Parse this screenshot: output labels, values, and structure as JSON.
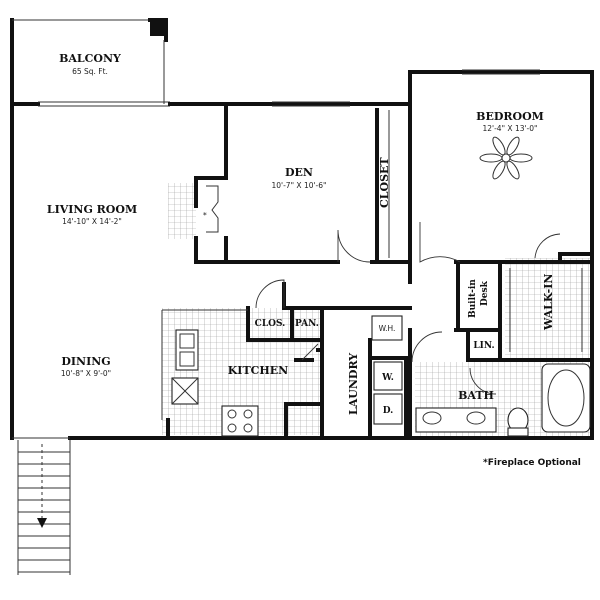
{
  "rooms": {
    "balcony": {
      "name": "BALCONY",
      "size": "65 Sq. Ft."
    },
    "living_room": {
      "name": "LIVING ROOM",
      "size": "14'-10\" X 14'-2\""
    },
    "den": {
      "name": "DEN",
      "size": "10'-7\" X 10'-6\""
    },
    "closet": {
      "name": "CLOSET"
    },
    "bedroom": {
      "name": "BEDROOM",
      "size": "12'-4\" X 13'-0\""
    },
    "dining": {
      "name": "DINING",
      "size": "10'-8\" X 9'-0\""
    },
    "kitchen": {
      "name": "KITCHEN"
    },
    "clos": {
      "name": "CLOS."
    },
    "pan": {
      "name": "PAN."
    },
    "laundry": {
      "name": "LAUNDRY"
    },
    "wh": {
      "name": "W.H."
    },
    "washer": {
      "name": "W."
    },
    "dryer": {
      "name": "D."
    },
    "built_in_desk": {
      "name_line1": "Built-in",
      "name_line2": "Desk"
    },
    "walk_in": {
      "name": "WALK-IN"
    },
    "lin": {
      "name": "LIN."
    },
    "bath": {
      "name": "BATH"
    }
  },
  "note": "*Fireplace Optional"
}
